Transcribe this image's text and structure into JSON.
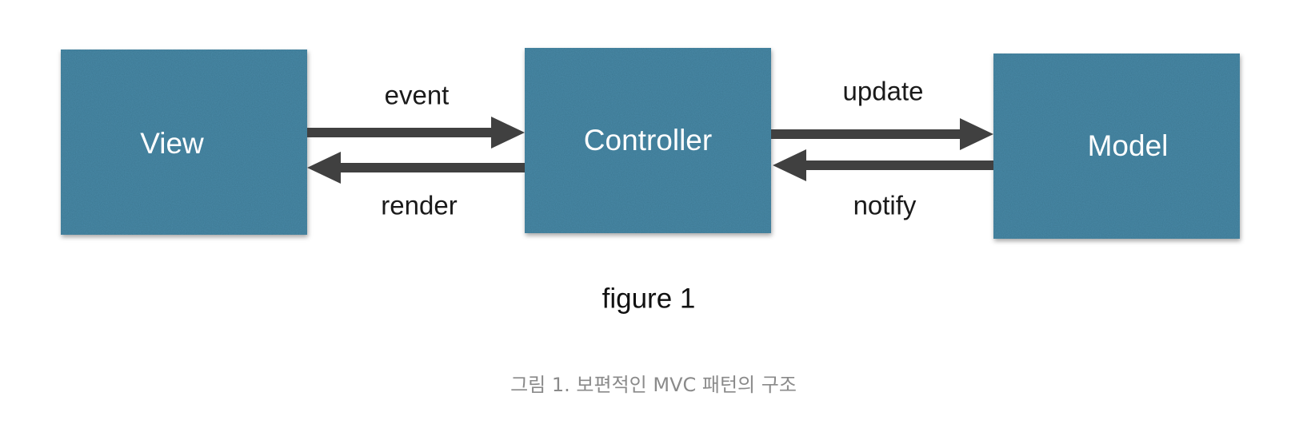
{
  "diagram": {
    "nodes": {
      "view": "View",
      "controller": "Controller",
      "model": "Model"
    },
    "edges": {
      "event": "event",
      "render": "render",
      "update": "update",
      "notify": "notify"
    },
    "figure_label": "figure 1"
  },
  "caption": "그림 1. 보편적인 MVC 패턴의 구조",
  "colors": {
    "box_fill": "#4a8aa8",
    "arrow": "#404040",
    "box_text": "#ffffff"
  }
}
